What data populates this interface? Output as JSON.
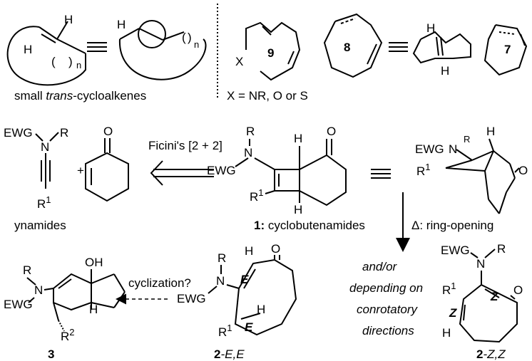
{
  "top_left": {
    "caption_pre": "small ",
    "caption_italic": "trans",
    "caption_post": "-cycloalkenes",
    "h": "H",
    "n": "n"
  },
  "top_right": {
    "ring9": "9",
    "ring8": "8",
    "ring7": "7",
    "x_atom": "X",
    "x_def": "X = NR, O or S",
    "h": "H"
  },
  "middle": {
    "ewg": "EWG",
    "n": "N",
    "r": "R",
    "r1": "R",
    "sup1": "1",
    "o": "O",
    "h": "H",
    "plus": "+",
    "ynamides": "ynamides",
    "ficini": "Ficini's [2 + 2]",
    "cmpd1_num": "1:",
    "cmpd1_name": " cyclobutenamides",
    "ring_opening": "Δ: ring-opening"
  },
  "bottom": {
    "oh": "OH",
    "r2": "R",
    "sup2": "2",
    "cmpd3": "3",
    "cyclization": "cyclization?",
    "and_or_1": "and/or",
    "and_or_2": "depending on",
    "and_or_3": "conrotatory",
    "and_or_4": "directions",
    "e": "E",
    "z": "Z",
    "cmpd2": "2",
    "ee_suffix": "-E,E",
    "zz_suffix": "-Z,Z"
  }
}
